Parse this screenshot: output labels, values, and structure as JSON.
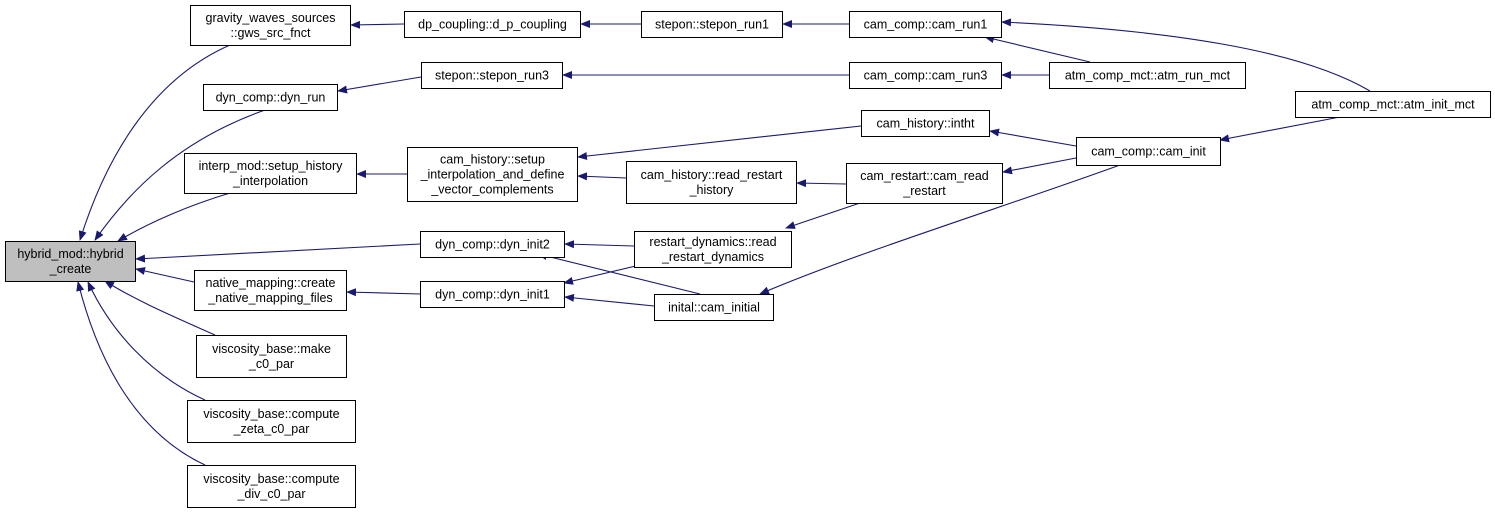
{
  "graph": {
    "title": "",
    "nodes": [
      {
        "id": "hybrid_create",
        "lines": [
          "hybrid_mod::hybrid",
          "_create"
        ],
        "highlighted": true
      },
      {
        "id": "gws_src_fnct",
        "lines": [
          "gravity_waves_sources",
          "::gws_src_fnct"
        ]
      },
      {
        "id": "dyn_run",
        "lines": [
          "dyn_comp::dyn_run"
        ]
      },
      {
        "id": "setup_history_interpolation",
        "lines": [
          "interp_mod::setup_history",
          "_interpolation"
        ]
      },
      {
        "id": "create_native_mapping_files",
        "lines": [
          "native_mapping::create",
          "_native_mapping_files"
        ]
      },
      {
        "id": "make_c0_par",
        "lines": [
          "viscosity_base::make",
          "_c0_par"
        ]
      },
      {
        "id": "compute_zeta_c0_par",
        "lines": [
          "viscosity_base::compute",
          "_zeta_c0_par"
        ]
      },
      {
        "id": "compute_div_c0_par",
        "lines": [
          "viscosity_base::compute",
          "_div_c0_par"
        ]
      },
      {
        "id": "d_p_coupling",
        "lines": [
          "dp_coupling::d_p_coupling"
        ]
      },
      {
        "id": "stepon_run3",
        "lines": [
          "stepon::stepon_run3"
        ]
      },
      {
        "id": "setup_interp_vector",
        "lines": [
          "cam_history::setup",
          "_interpolation_and_define",
          "_vector_complements"
        ]
      },
      {
        "id": "dyn_init2",
        "lines": [
          "dyn_comp::dyn_init2"
        ]
      },
      {
        "id": "dyn_init1",
        "lines": [
          "dyn_comp::dyn_init1"
        ]
      },
      {
        "id": "stepon_run1",
        "lines": [
          "stepon::stepon_run1"
        ]
      },
      {
        "id": "read_restart_history",
        "lines": [
          "cam_history::read_restart",
          "_history"
        ]
      },
      {
        "id": "read_restart_dynamics",
        "lines": [
          "restart_dynamics::read",
          "_restart_dynamics"
        ]
      },
      {
        "id": "cam_initial",
        "lines": [
          "inital::cam_initial"
        ]
      },
      {
        "id": "cam_run1",
        "lines": [
          "cam_comp::cam_run1"
        ]
      },
      {
        "id": "cam_run3",
        "lines": [
          "cam_comp::cam_run3"
        ]
      },
      {
        "id": "intht",
        "lines": [
          "cam_history::intht"
        ]
      },
      {
        "id": "cam_read_restart",
        "lines": [
          "cam_restart::cam_read",
          "_restart"
        ]
      },
      {
        "id": "atm_run_mct",
        "lines": [
          "atm_comp_mct::atm_run_mct"
        ]
      },
      {
        "id": "cam_init",
        "lines": [
          "cam_comp::cam_init"
        ]
      },
      {
        "id": "atm_init_mct",
        "lines": [
          "atm_comp_mct::atm_init_mct"
        ]
      }
    ],
    "edges": [
      {
        "from": "gws_src_fnct",
        "to": "hybrid_create"
      },
      {
        "from": "dyn_run",
        "to": "hybrid_create"
      },
      {
        "from": "setup_history_interpolation",
        "to": "hybrid_create"
      },
      {
        "from": "dyn_init2",
        "to": "hybrid_create"
      },
      {
        "from": "create_native_mapping_files",
        "to": "hybrid_create"
      },
      {
        "from": "make_c0_par",
        "to": "hybrid_create"
      },
      {
        "from": "compute_zeta_c0_par",
        "to": "hybrid_create"
      },
      {
        "from": "compute_div_c0_par",
        "to": "hybrid_create"
      },
      {
        "from": "d_p_coupling",
        "to": "gws_src_fnct"
      },
      {
        "from": "stepon_run3",
        "to": "dyn_run"
      },
      {
        "from": "setup_interp_vector",
        "to": "setup_history_interpolation"
      },
      {
        "from": "dyn_init1",
        "to": "create_native_mapping_files"
      },
      {
        "from": "stepon_run1",
        "to": "d_p_coupling"
      },
      {
        "from": "cam_run3",
        "to": "stepon_run3"
      },
      {
        "from": "intht",
        "to": "setup_interp_vector"
      },
      {
        "from": "read_restart_history",
        "to": "setup_interp_vector"
      },
      {
        "from": "read_restart_dynamics",
        "to": "dyn_init2"
      },
      {
        "from": "cam_initial",
        "to": "dyn_init2"
      },
      {
        "from": "read_restart_dynamics",
        "to": "dyn_init1"
      },
      {
        "from": "cam_initial",
        "to": "dyn_init1"
      },
      {
        "from": "cam_run1",
        "to": "stepon_run1"
      },
      {
        "from": "cam_read_restart",
        "to": "read_restart_history"
      },
      {
        "from": "cam_read_restart",
        "to": "read_restart_dynamics"
      },
      {
        "from": "cam_init",
        "to": "cam_initial"
      },
      {
        "from": "atm_run_mct",
        "to": "cam_run1"
      },
      {
        "from": "atm_init_mct",
        "to": "cam_run1"
      },
      {
        "from": "atm_run_mct",
        "to": "cam_run3"
      },
      {
        "from": "cam_init",
        "to": "intht"
      },
      {
        "from": "cam_init",
        "to": "cam_read_restart"
      },
      {
        "from": "atm_init_mct",
        "to": "cam_init"
      }
    ],
    "colors": {
      "edge": "#191970",
      "node_border": "#000000",
      "highlight_fill": "#bfbfbf"
    }
  }
}
